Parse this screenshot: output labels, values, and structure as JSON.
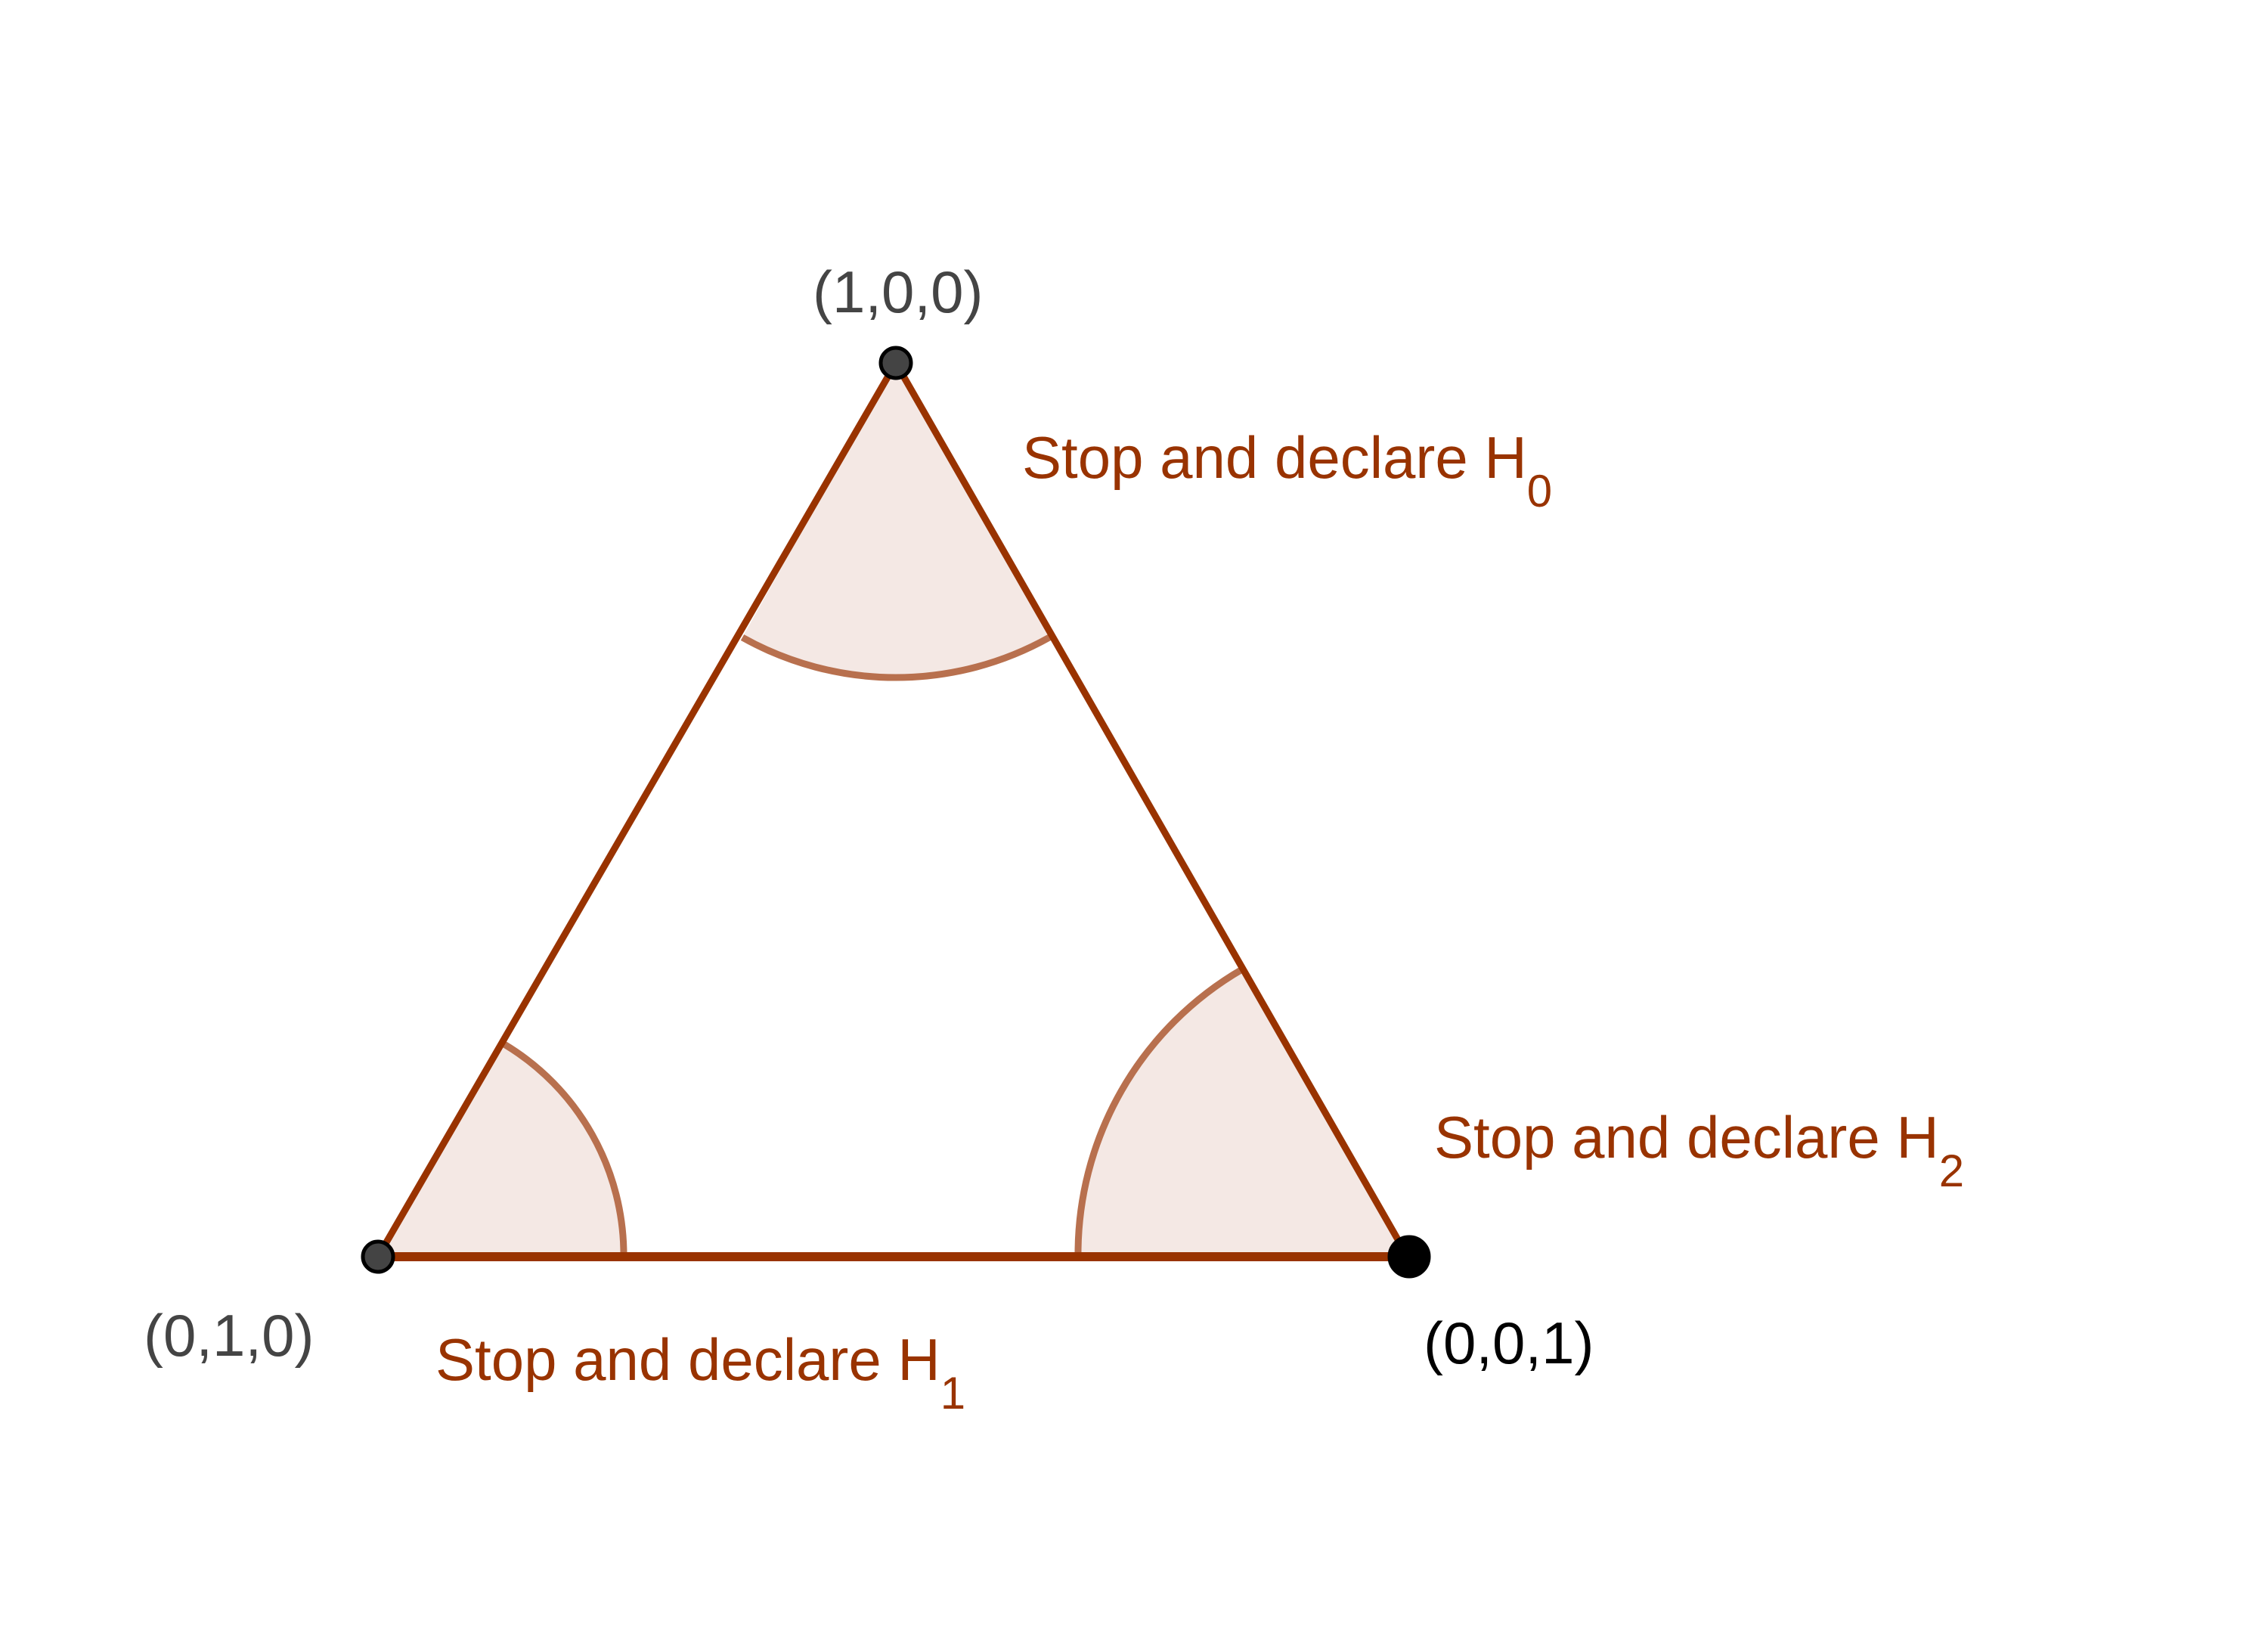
{
  "colors": {
    "edge": "#993300",
    "region_fill": "#f4e8e4",
    "region_arc": "#b8704e",
    "vertex_fill": "#444444",
    "vertex_fill_dark": "#000000",
    "vertex_label": "#444444",
    "vertex_label_dark": "#000000",
    "region_label": "#993300",
    "background": "#ffffff"
  },
  "vertices": {
    "top": {
      "label": "(1,0,0)"
    },
    "bottom_left": {
      "label": "(0,1,0)"
    },
    "bottom_right": {
      "label": "(0,0,1)"
    }
  },
  "regions": {
    "h0": {
      "text": "Stop and declare H",
      "subscript": "0"
    },
    "h1": {
      "text": "Stop and declare H",
      "subscript": "1"
    },
    "h2": {
      "text": "Stop and declare H",
      "subscript": "2"
    }
  }
}
